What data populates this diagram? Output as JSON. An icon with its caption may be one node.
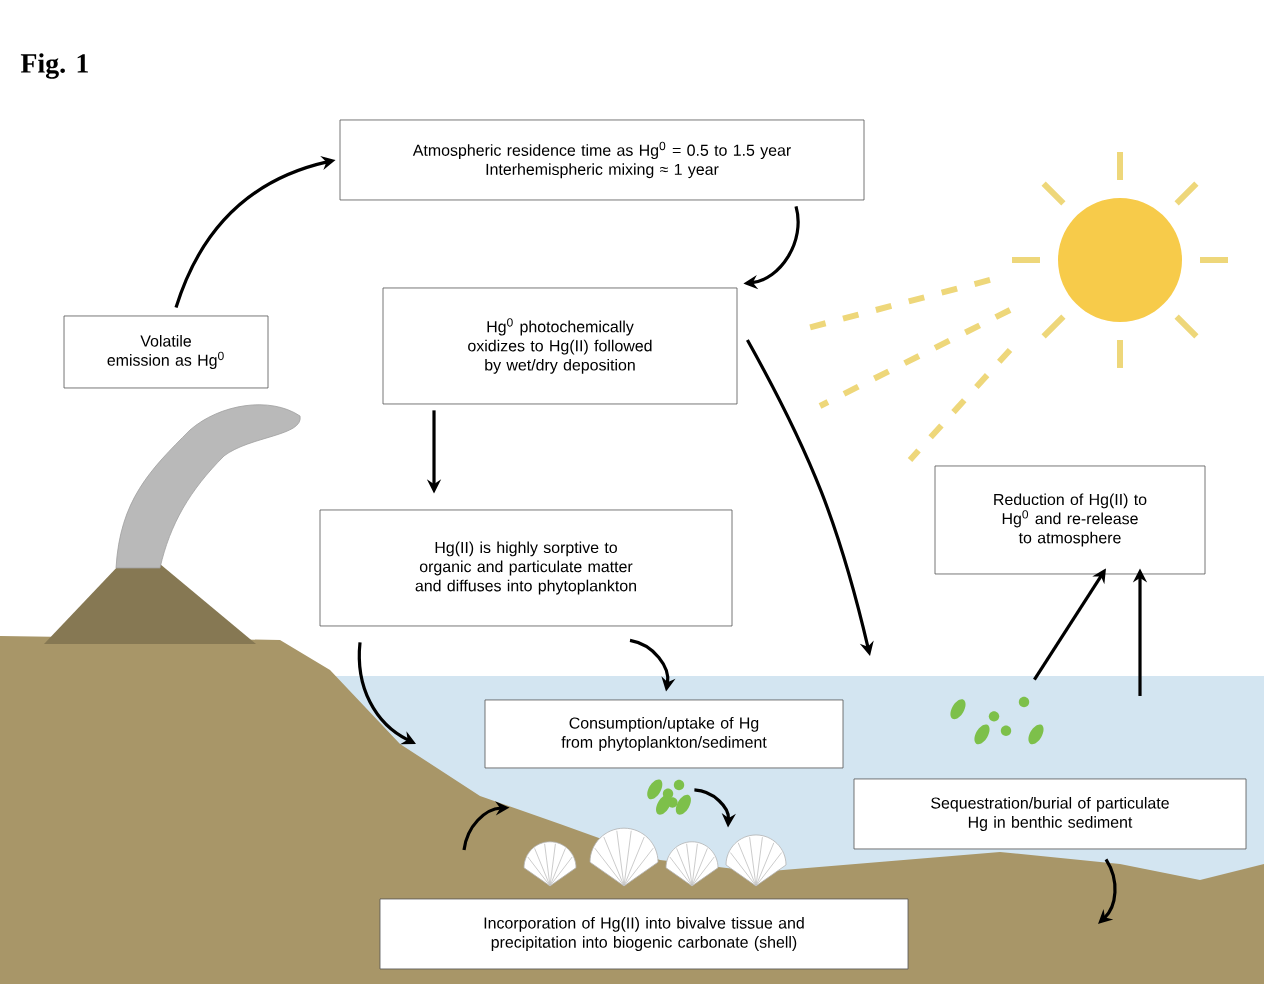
{
  "diagram": {
    "title": "Fig. 1",
    "nodes": [
      {
        "text": [
          "Atmospheric residence time as Hg$^{0}$ = 0.5 to 1.5 year",
          "Interhemispheric mixing ≈ 1 year"
        ]
      },
      {
        "text": [
          "Volatile emission as Hg$^{0}$"
        ]
      },
      {
        "text": [
          "Hg$^{0}$ photochemically oxidizes to Hg(II) followed by wet/dry deposition"
        ]
      },
      {
        "text": [
          "Hg(II) is highly sorptive to organic and particulate matter and diffuses into phytoplankton"
        ]
      },
      {
        "text": [
          "Reduction of Hg(II) to Hg$^{0}$ and re-release to atmosphere"
        ]
      },
      {
        "text": [
          "Consumption/uptake of Hg from phytoplankton/sediment"
        ]
      },
      {
        "text": [
          "Sequestration/burial of particulate Hg in benthic sediment"
        ]
      },
      {
        "text": [
          "Incorporation of Hg(II) into bivalve tissue and precipitation into biogenic carbonate (shell)"
        ]
      },
      {
        "text": [],
        "shape": "picture"
      },
      {
        "text": [],
        "shape": "picture"
      },
      {
        "text": [],
        "shape": "picture"
      }
    ],
    "edges": [
      {
        "from": 1,
        "to": 0,
        "arrow": "to"
      },
      {
        "from": 0,
        "to": 2,
        "arrow": "to"
      },
      {
        "from": 2,
        "to": 3,
        "arrow": "to"
      },
      {
        "from": 2,
        "to": null,
        "arrow": "to"
      },
      {
        "from": 3,
        "to": null,
        "arrow": "to"
      },
      {
        "from": 3,
        "to": 5,
        "arrow": "to"
      },
      {
        "from": 10,
        "to": 4,
        "arrow": "to"
      },
      {
        "from": null,
        "to": 4,
        "arrow": "to"
      },
      {
        "from": null,
        "to": 8,
        "arrow": "to"
      },
      {
        "from": 9,
        "to": 8,
        "arrow": "to"
      },
      {
        "from": 6,
        "to": null,
        "arrow": "to"
      }
    ]
  }
}
